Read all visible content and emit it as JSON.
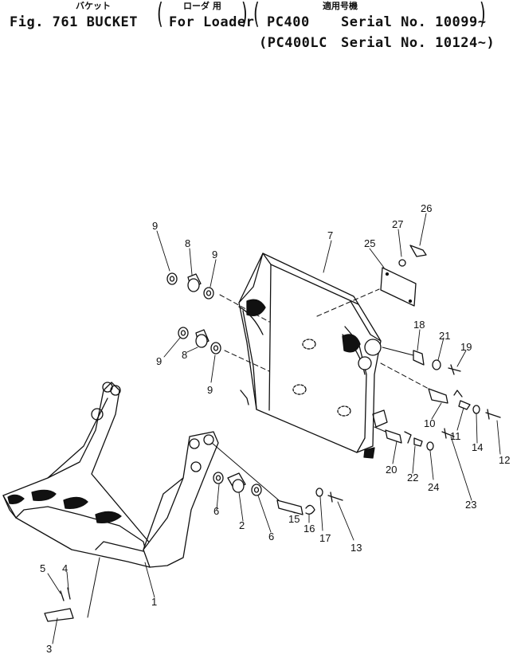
{
  "header": {
    "jp_bucket": "バケット",
    "jp_loader": "ローダ 用",
    "jp_applicable": "適用号機",
    "fig_title": "Fig. 761 BUCKET",
    "for_loader": "For Loader",
    "model_1": "PC400",
    "serial_1": "Serial No. 10099~",
    "model_2": "(PC400LC",
    "serial_2": "Serial No. 10124~)"
  },
  "callouts": [
    "1",
    "2",
    "3",
    "4",
    "5",
    "6",
    "6",
    "7",
    "8",
    "8",
    "9",
    "9",
    "9",
    "9",
    "10",
    "11",
    "12",
    "13",
    "14",
    "15",
    "16",
    "17",
    "18",
    "19",
    "20",
    "21",
    "22",
    "23",
    "24",
    "25",
    "26",
    "27"
  ]
}
